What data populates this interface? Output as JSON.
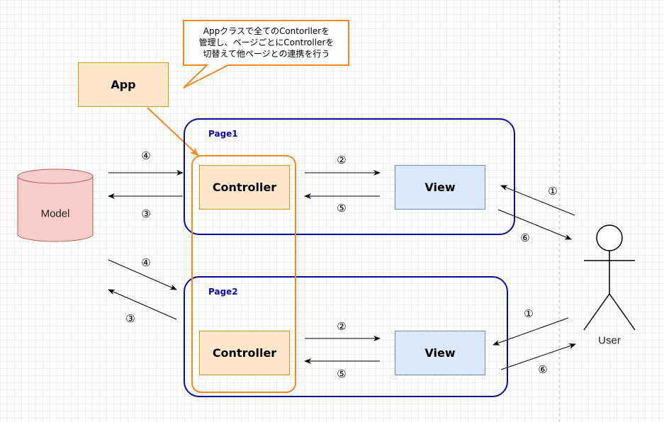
{
  "app": {
    "label": "App"
  },
  "callout": {
    "lines": [
      "Appクラスで全てのContorllerを",
      "管理し、ページごとにControllerを",
      "切替えて他ページとの連携を行う"
    ]
  },
  "model": {
    "label": "Model"
  },
  "user": {
    "label": "User"
  },
  "pages": [
    {
      "label": "Page1",
      "controller": "Controller",
      "view": "View"
    },
    {
      "label": "Page2",
      "controller": "Controller",
      "view": "View"
    }
  ],
  "steps": {
    "one": "①",
    "two": "②",
    "three": "③",
    "four": "④",
    "five": "⑤",
    "six": "⑥"
  },
  "colors": {
    "controller_fill": "#ffe6cc",
    "controller_border": "#d79b00",
    "view_fill": "#dae8fc",
    "view_border": "#6c8ebf",
    "model_fill": "#f8cecc",
    "model_border": "#b85450",
    "page_border": "#0a0aa0",
    "group_border": "#f5871f"
  }
}
